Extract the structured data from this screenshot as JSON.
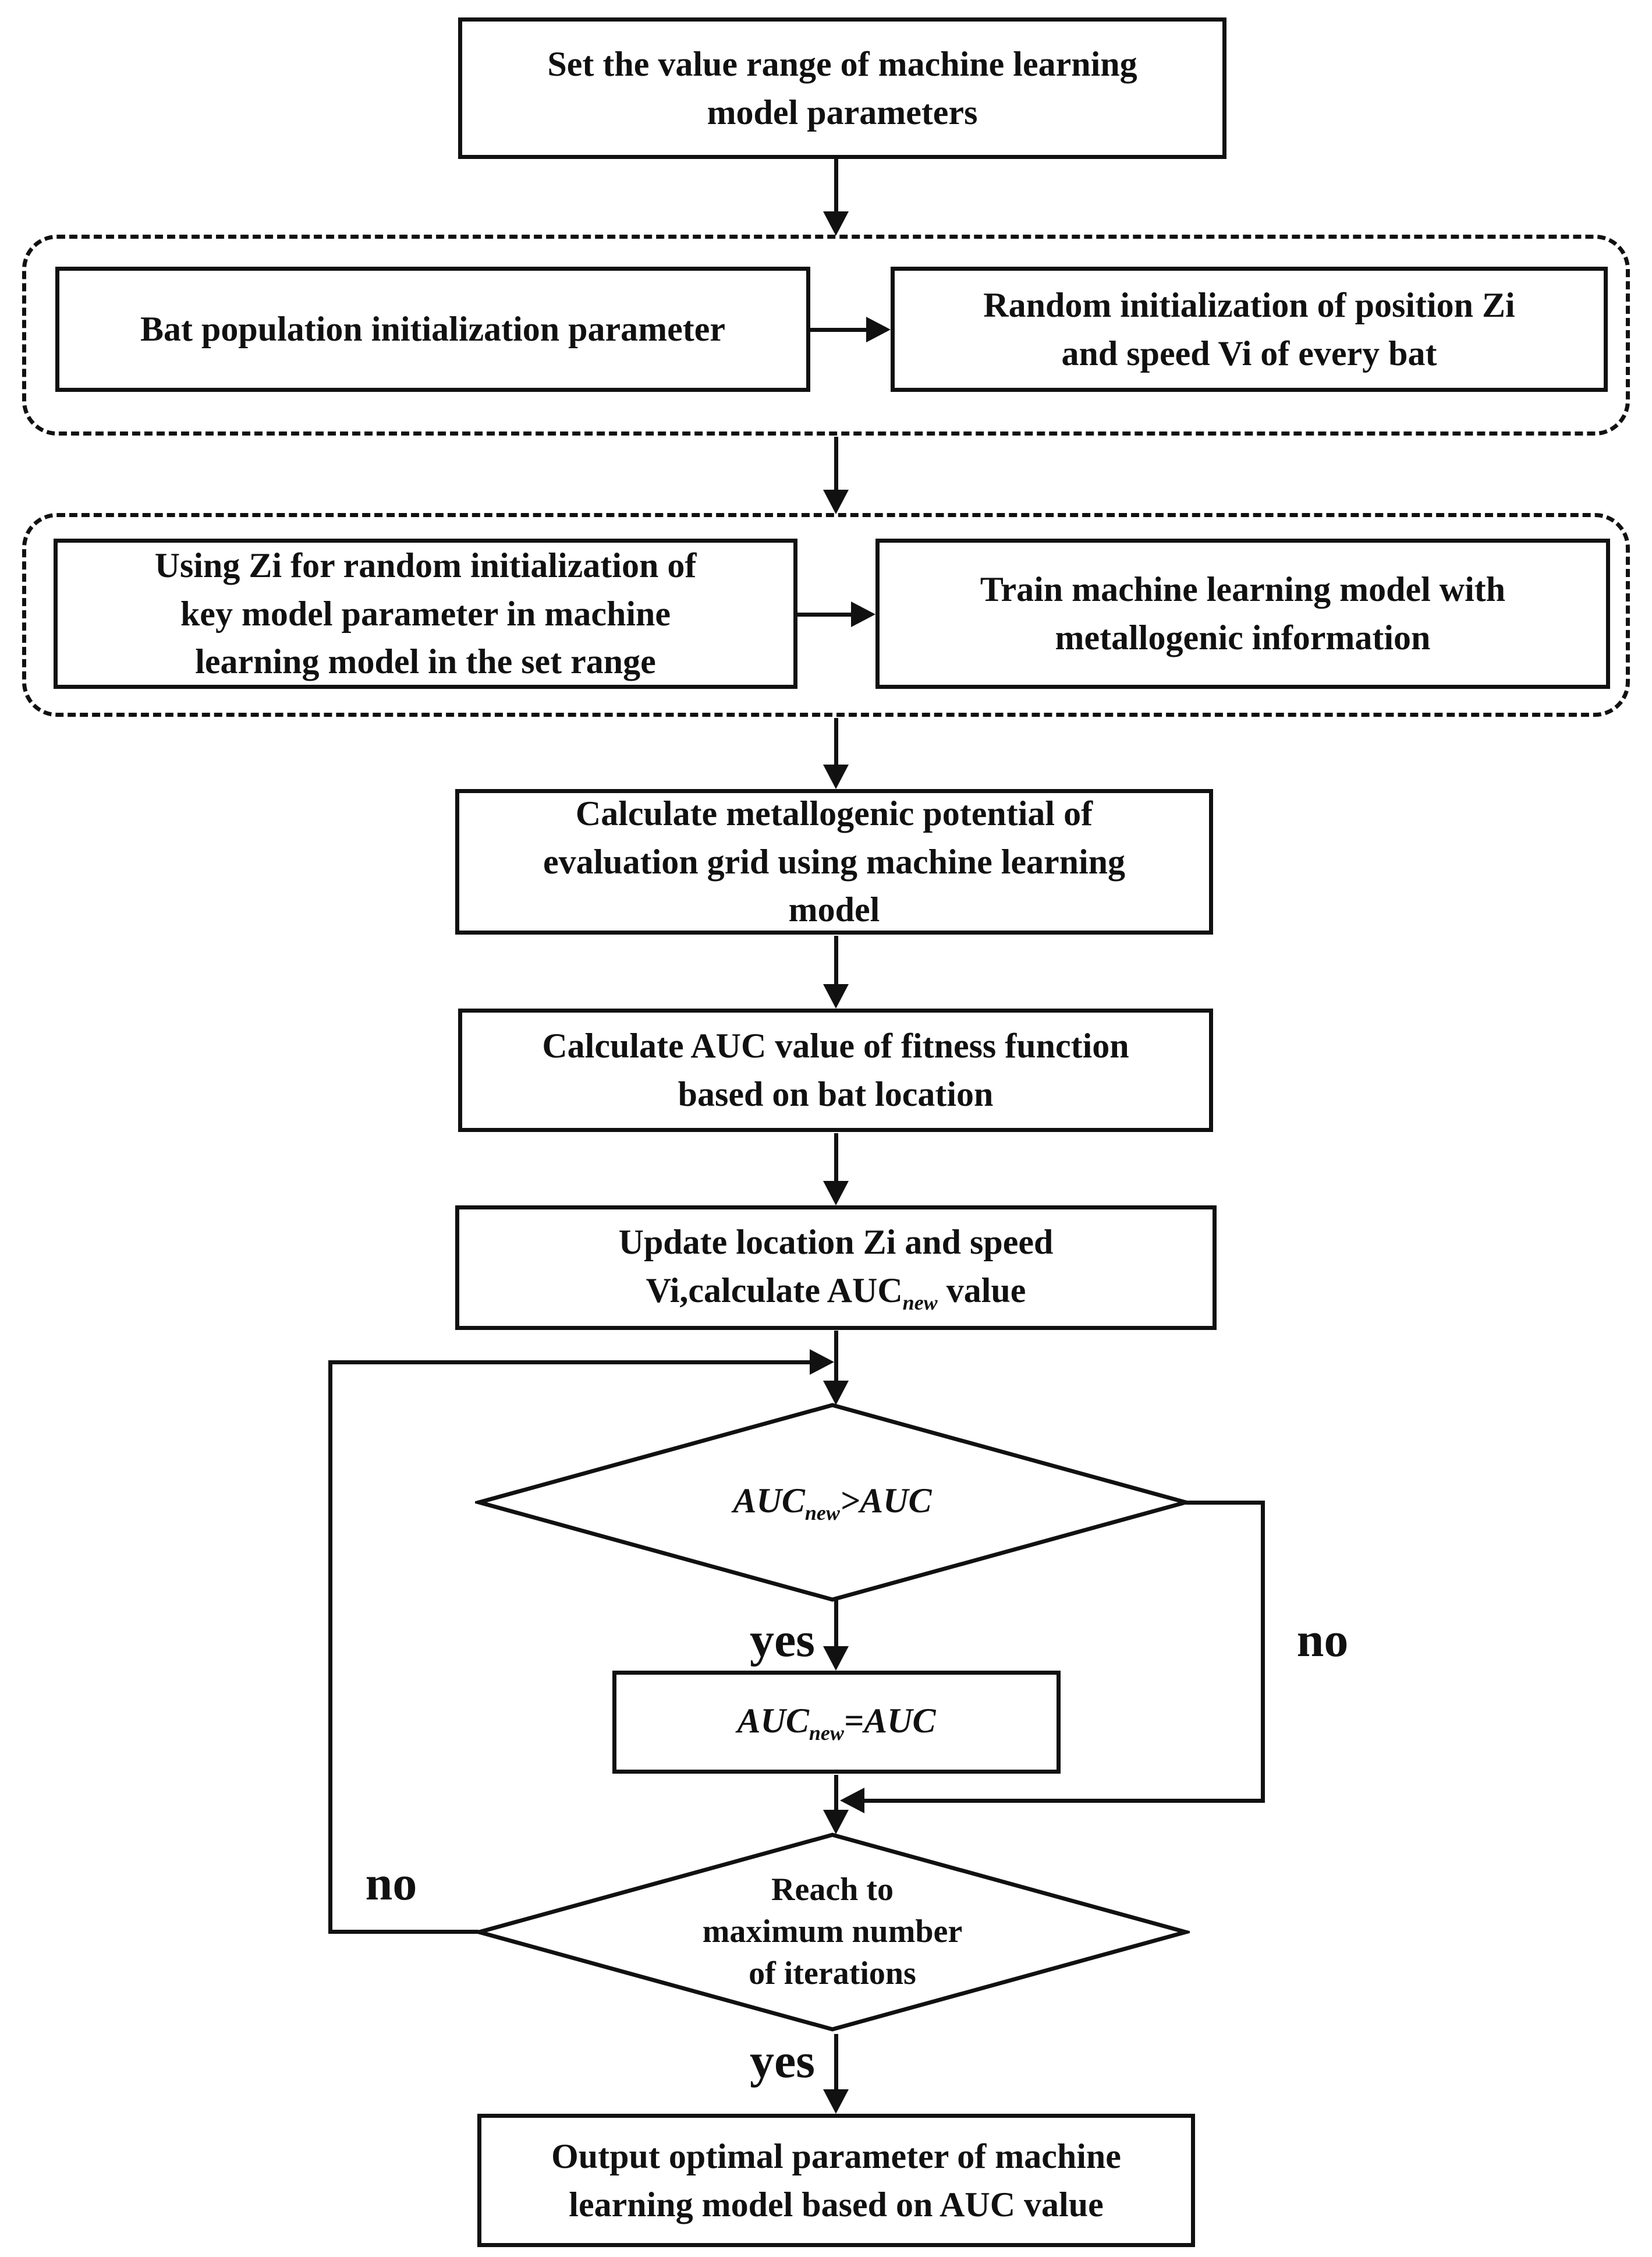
{
  "diagram": {
    "nodes": {
      "set_range": {
        "lines": [
          "Set the value range of machine learning",
          "model parameters"
        ]
      },
      "bat_init": {
        "lines": [
          "Bat population initialization parameter"
        ]
      },
      "random_init": {
        "lines": [
          "Random initialization of position Zi",
          "and speed Vi of every bat"
        ]
      },
      "using_zi": {
        "lines": [
          "Using Zi for random initialization of",
          "key model parameter in machine",
          "learning model in the set range"
        ]
      },
      "train_model": {
        "lines": [
          "Train machine learning model with",
          "metallogenic information"
        ]
      },
      "calc_potential": {
        "lines": [
          "Calculate metallogenic potential of",
          "evaluation grid using machine learning",
          "model"
        ]
      },
      "calc_auc": {
        "lines": [
          "Calculate AUC value of fitness function",
          "based on bat location"
        ]
      },
      "update_location": {
        "line1": "Update location Zi and speed",
        "line2_pre": "Vi,calculate AUC",
        "line2_sub": "new",
        "line2_post": " value"
      },
      "decision_auc": {
        "pre": "AUC",
        "sub": "new",
        "post": ">AUC"
      },
      "assign_auc": {
        "pre": "AUC",
        "sub": "new",
        "post": "=AUC"
      },
      "decision_iterations": {
        "lines": [
          "Reach to",
          "maximum number",
          "of iterations"
        ]
      },
      "output": {
        "lines": [
          "Output optimal parameter of machine",
          "learning model based on AUC value"
        ]
      }
    },
    "edge_labels": {
      "yes1": "yes",
      "no1": "no",
      "no2": "no",
      "yes2": "yes"
    },
    "colors": {
      "line": "#111111",
      "background": "#ffffff",
      "text": "#111111"
    }
  }
}
